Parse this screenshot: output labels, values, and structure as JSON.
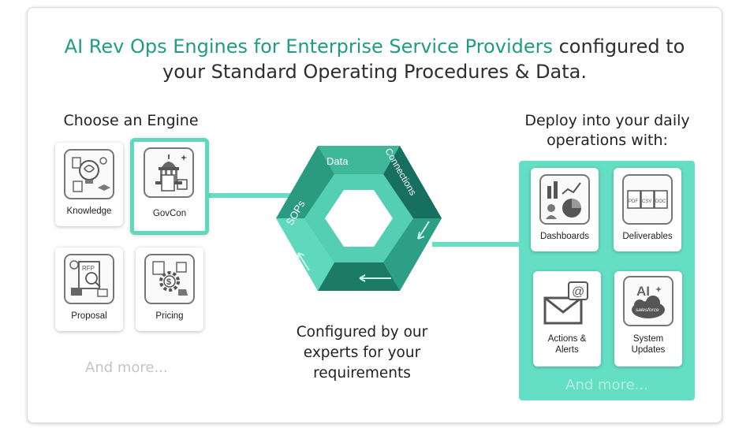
{
  "headline": {
    "accent": "AI Rev Ops Engines for Enterprise Service Providers",
    "line1_rest": " configured to",
    "line2": "your Standard Operating Procedures & Data."
  },
  "engines": {
    "title": "Choose an Engine",
    "items": [
      {
        "label": "Knowledge",
        "icon": "knowledge-brain-icon"
      },
      {
        "label": "GovCon",
        "icon": "capitol-building-icon",
        "selected": true
      },
      {
        "label": "Proposal",
        "icon": "rfp-document-icon"
      },
      {
        "label": "Pricing",
        "icon": "pricing-gear-icon"
      }
    ],
    "and_more": "And more..."
  },
  "hexagon": {
    "labels": {
      "data": "Data",
      "connections": "Connections",
      "sops": "SOPs"
    },
    "colors": {
      "light": "#5fd8bd",
      "mid": "#3bb096",
      "dark": "#17705f"
    }
  },
  "configured_text": [
    "Configured by our",
    "experts for your",
    "requirements"
  ],
  "deploy": {
    "title_lines": [
      "Deploy into your daily",
      "operations with:"
    ],
    "items": [
      {
        "lines": [
          "Dashboards"
        ],
        "icon": "dashboard-chart-icon"
      },
      {
        "lines": [
          "Deliverables"
        ],
        "icon": "file-formats-icon",
        "file_tags": [
          "PDF",
          "CSV",
          "DOC"
        ]
      },
      {
        "lines": [
          "Actions &",
          "Alerts"
        ],
        "icon": "email-alert-icon"
      },
      {
        "lines": [
          "System",
          "Updates"
        ],
        "icon": "ai-salesforce-icon",
        "ai_text": "AI",
        "sf_text": "salesforce"
      }
    ],
    "and_more": "And more..."
  },
  "colors": {
    "accent": "#1f9c82",
    "teal_panel": "#64dfc3"
  }
}
